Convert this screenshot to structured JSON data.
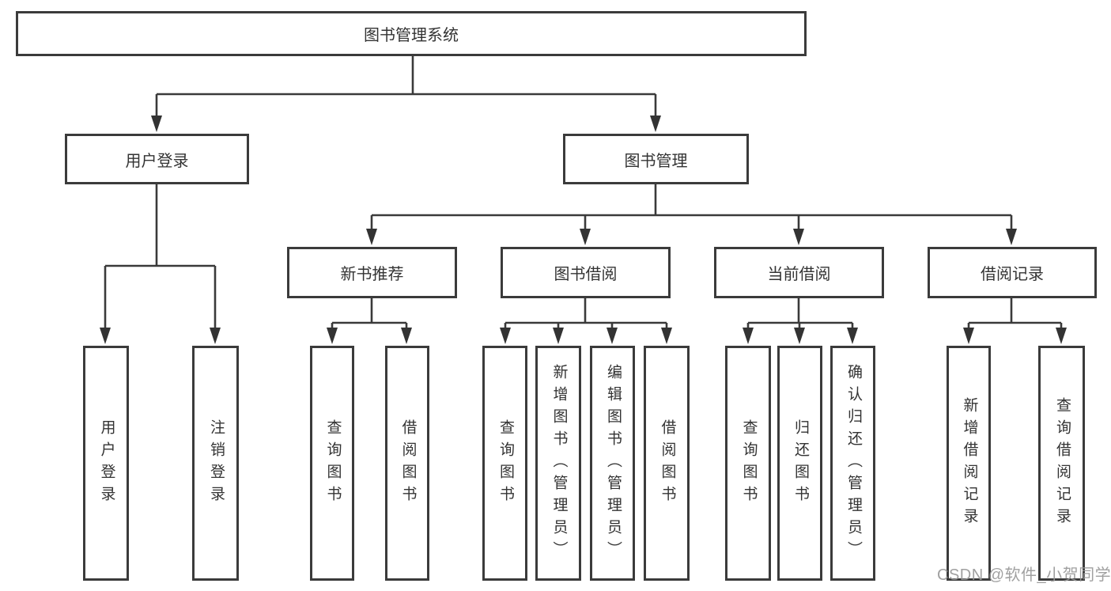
{
  "diagram_title": "图书管理系统",
  "tree": {
    "label": "图书管理系统",
    "children": [
      {
        "label": "用户登录",
        "children": [
          {
            "label": "用户登录"
          },
          {
            "label": "注销登录"
          }
        ]
      },
      {
        "label": "图书管理",
        "children": [
          {
            "label": "新书推荐",
            "children": [
              {
                "label": "查询图书"
              },
              {
                "label": "借阅图书"
              }
            ]
          },
          {
            "label": "图书借阅",
            "children": [
              {
                "label": "查询图书"
              },
              {
                "label": "新增图书（管理员）"
              },
              {
                "label": "编辑图书（管理员）"
              },
              {
                "label": "借阅图书"
              }
            ]
          },
          {
            "label": "当前借阅",
            "children": [
              {
                "label": "查询图书"
              },
              {
                "label": "归还图书"
              },
              {
                "label": "确认归还（管理员）"
              }
            ]
          },
          {
            "label": "借阅记录",
            "children": [
              {
                "label": "新增借阅记录"
              },
              {
                "label": "查询借阅记录"
              }
            ]
          }
        ]
      }
    ]
  },
  "watermark": {
    "text": "CSDN @软件_小贺同学",
    "color": "#989898"
  },
  "colors": {
    "background": "#ffffff",
    "line": "#3a3a3a",
    "box_border": "#3b3b3b",
    "text": "#333333"
  }
}
